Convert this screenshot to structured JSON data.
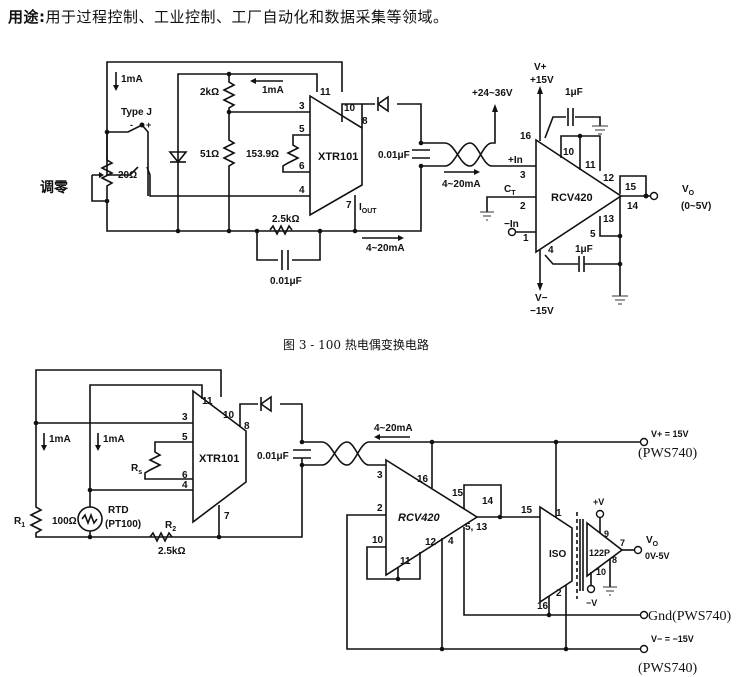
{
  "usage": {
    "label": "用途",
    "sep": ":",
    "text": "用于过程控制、工业控制、工厂自动化和数据采集等领域。"
  },
  "figure1": {
    "caption": "图 3 - 100   热电偶变换电路",
    "labels": {
      "current_1ma_a": "1mA",
      "current_1ma_b": "1mA",
      "thermocouple": "Type J",
      "tc_minus": "-",
      "tc_plus": "+",
      "zero_adjust": "调零",
      "r_20": "20Ω",
      "r_2k": "2kΩ",
      "r_51": "51Ω",
      "r_153": "153.9Ω",
      "chip_xtr": "XTR101",
      "pin_11": "11",
      "pin_10": "10",
      "pin_3": "3",
      "pin_5": "5",
      "pin_6": "6",
      "pin_4": "4",
      "pin_8": "8",
      "pin_7": "7",
      "iout": "I",
      "iout_sub": "OUT",
      "r_25k": "2.5kΩ",
      "c_001_bottom": "0.01μF",
      "c_001_line": "0.01μF",
      "supply_24_36": "+24~36V",
      "loop_current_a": "4~20mA",
      "loop_current_b": "4~20mA",
      "vplus": "V+",
      "vplus_val": "+15V",
      "vminus": "V−",
      "vminus_val": "−15V",
      "c_1u_top": "1μF",
      "c_1u_bottom": "1μF",
      "in_plus": "+In",
      "in_minus": "−In",
      "ct": "C",
      "ct_sub": "T",
      "chip_rcv": "RCV420",
      "rcv_pin_16": "16",
      "rcv_pin_10": "10",
      "rcv_pin_11": "11",
      "rcv_pin_12": "12",
      "rcv_pin_15": "15",
      "rcv_pin_14": "14",
      "rcv_pin_13": "13",
      "rcv_pin_5": "5",
      "rcv_pin_3": "3",
      "rcv_pin_2": "2",
      "rcv_pin_1": "1",
      "rcv_pin_4": "4",
      "vo": "V",
      "vo_sub": "O",
      "vo_range": "(0~5V)"
    }
  },
  "figure2": {
    "labels": {
      "current_1ma_a": "1mA",
      "current_1ma_b": "1mA",
      "r1": "R",
      "r1_sub": "1",
      "r1_val": "100Ω",
      "rs": "R",
      "rs_sub": "s",
      "rtd": "RTD",
      "rtd_type": "(PT100)",
      "r2": "R",
      "r2_sub": "2",
      "r2_val": "2.5kΩ",
      "chip_xtr": "XTR101",
      "pin_11": "11",
      "pin_10": "10",
      "pin_3": "3",
      "pin_5": "5",
      "pin_6": "6",
      "pin_4": "4",
      "pin_8": "8",
      "pin_7": "7",
      "c_001": "0.01μF",
      "loop_current": "4~20mA",
      "chip_rcv": "RCV420",
      "rcv_pin_16": "16",
      "rcv_pin_3": "3",
      "rcv_pin_2": "2",
      "rcv_pin_15": "15",
      "rcv_pin_14": "14",
      "rcv_pin_513": "5, 13",
      "rcv_pin_4": "4",
      "rcv_pin_10": "10",
      "rcv_pin_11": "11",
      "rcv_pin_12": "12",
      "iso_pin_15": "15",
      "iso_pin_1": "1",
      "iso_pin_16": "16",
      "iso_pin_2": "2",
      "chip_iso": "ISO",
      "chip_122p": "122P",
      "pin_9": "9",
      "pin_7b": "7",
      "pin_8b": "8",
      "pin_10b": "10",
      "plus_v": "+V",
      "minus_v": "−V",
      "vo": "V",
      "vo_sub": "O",
      "vo_range": "0V-5V",
      "vplus_rail": "V+ = 15V",
      "vplus_src": "(PWS740)",
      "gnd_rail": "Gnd(PWS740)",
      "vminus_rail": "V− = −15V",
      "vminus_src": "(PWS740)"
    }
  }
}
